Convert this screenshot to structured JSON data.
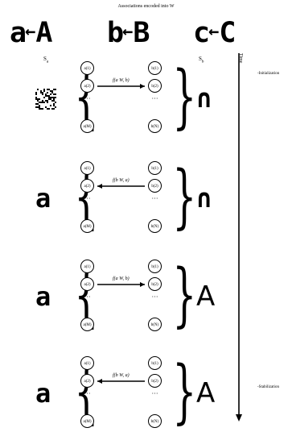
{
  "header": {
    "title": "Associations encoded into W",
    "pairs": [
      {
        "left": "a",
        "arrow": "←",
        "right": "A"
      },
      {
        "left": "b",
        "arrow": "←",
        "right": "B"
      },
      {
        "left": "c",
        "arrow": "←",
        "right": "C"
      }
    ]
  },
  "labels": {
    "s_a": "S",
    "s_a_sub": "a",
    "s_b": "S",
    "s_b_sub": "b",
    "time": "Time",
    "initialization": "-Initialization",
    "stabilization": "-Stabilization"
  },
  "nodes": {
    "a1": "a(1)",
    "a2": "a(2)",
    "aM": "a(M)",
    "b1": "b(1)",
    "b2": "b(2)",
    "bN": "b(N)"
  },
  "steps": [
    {
      "left": "",
      "left_kind": "noise",
      "arrow_label": "f(a W, b)",
      "direction": "right",
      "right": "∩",
      "right_kind": "noisy"
    },
    {
      "left": "a",
      "left_kind": "letter",
      "arrow_label": "f(b W, a)",
      "direction": "left",
      "right": "∩",
      "right_kind": "noisy"
    },
    {
      "left": "a",
      "left_kind": "letter",
      "arrow_label": "f(a W, b)",
      "direction": "right",
      "right": "A",
      "right_kind": "letter"
    },
    {
      "left": "a",
      "left_kind": "letter",
      "arrow_label": "f(b W, a)",
      "direction": "left",
      "right": "A",
      "right_kind": "letter"
    }
  ]
}
